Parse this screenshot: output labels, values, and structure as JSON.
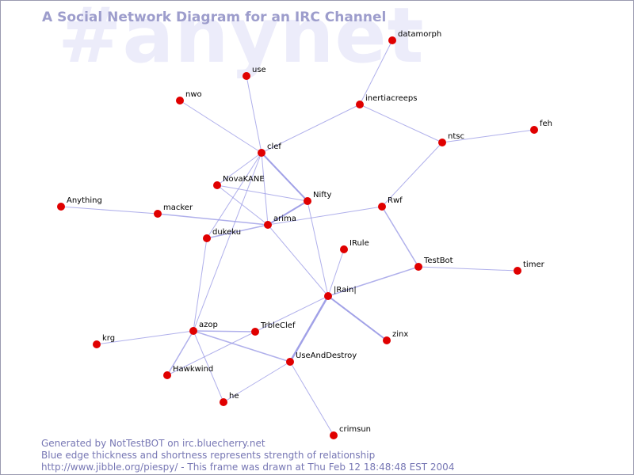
{
  "watermark": "#anynet",
  "title": "A Social Network Diagram for an IRC Channel",
  "footer": {
    "line1": "Generated by NotTestBOT on irc.bluecherry.net",
    "line2": "Blue edge thickness and shortness represents strength of relationship",
    "line3": "http://www.jibble.org/piespy/ - This frame was drawn at Thu Feb 12 18:48:48 EST 2004"
  },
  "colors": {
    "node": "#e00000",
    "edge": "#9c9ce6",
    "title": "#9d9dcc",
    "watermark": "#ececfa",
    "footer": "#7777b4"
  },
  "nodes": [
    {
      "id": "datamorph",
      "label": "datamorph"
    },
    {
      "id": "use",
      "label": "use"
    },
    {
      "id": "nwo",
      "label": "nwo"
    },
    {
      "id": "inertiacreeps",
      "label": "inertiacreeps"
    },
    {
      "id": "feh",
      "label": "feh"
    },
    {
      "id": "ntsc",
      "label": "ntsc"
    },
    {
      "id": "clef",
      "label": "clef"
    },
    {
      "id": "NovaKANE",
      "label": "NovaKANE"
    },
    {
      "id": "Nifty",
      "label": "Nifty"
    },
    {
      "id": "Anything",
      "label": "Anything"
    },
    {
      "id": "macker",
      "label": "macker"
    },
    {
      "id": "arima",
      "label": "arima"
    },
    {
      "id": "Rwf",
      "label": "Rwf"
    },
    {
      "id": "dukeku",
      "label": "dukeku"
    },
    {
      "id": "IRule",
      "label": "IRule"
    },
    {
      "id": "TestBot",
      "label": "TestBot"
    },
    {
      "id": "timer",
      "label": "timer"
    },
    {
      "id": "IRainl",
      "label": "|Rain|"
    },
    {
      "id": "zinx",
      "label": "zinx"
    },
    {
      "id": "azop",
      "label": "azop"
    },
    {
      "id": "TrbleClef",
      "label": "TrbleClef"
    },
    {
      "id": "krg",
      "label": "krg"
    },
    {
      "id": "UseAndDestroy",
      "label": "UseAndDestroy"
    },
    {
      "id": "Hawkwind",
      "label": "Hawkwind"
    },
    {
      "id": "he",
      "label": "he"
    },
    {
      "id": "crimsun",
      "label": "crimsun"
    }
  ],
  "edges": [
    {
      "source": "datamorph",
      "target": "inertiacreeps",
      "weight": 1
    },
    {
      "source": "inertiacreeps",
      "target": "ntsc",
      "weight": 1
    },
    {
      "source": "inertiacreeps",
      "target": "clef",
      "weight": 1
    },
    {
      "source": "ntsc",
      "target": "feh",
      "weight": 1
    },
    {
      "source": "ntsc",
      "target": "Rwf",
      "weight": 1
    },
    {
      "source": "use",
      "target": "clef",
      "weight": 1
    },
    {
      "source": "nwo",
      "target": "clef",
      "weight": 1
    },
    {
      "source": "clef",
      "target": "Nifty",
      "weight": 2
    },
    {
      "source": "clef",
      "target": "arima",
      "weight": 1
    },
    {
      "source": "clef",
      "target": "NovaKANE",
      "weight": 1
    },
    {
      "source": "clef",
      "target": "dukeku",
      "weight": 1
    },
    {
      "source": "clef",
      "target": "azop",
      "weight": 1
    },
    {
      "source": "NovaKANE",
      "target": "Nifty",
      "weight": 1
    },
    {
      "source": "NovaKANE",
      "target": "arima",
      "weight": 1
    },
    {
      "source": "Nifty",
      "target": "arima",
      "weight": 2
    },
    {
      "source": "Nifty",
      "target": "IRainl",
      "weight": 1
    },
    {
      "source": "Anything",
      "target": "macker",
      "weight": 1
    },
    {
      "source": "macker",
      "target": "arima",
      "weight": 1.5
    },
    {
      "source": "arima",
      "target": "Rwf",
      "weight": 1
    },
    {
      "source": "arima",
      "target": "dukeku",
      "weight": 1.5
    },
    {
      "source": "arima",
      "target": "IRainl",
      "weight": 1
    },
    {
      "source": "Rwf",
      "target": "TestBot",
      "weight": 1.5
    },
    {
      "source": "TestBot",
      "target": "timer",
      "weight": 1
    },
    {
      "source": "TestBot",
      "target": "IRainl",
      "weight": 1.5
    },
    {
      "source": "IRule",
      "target": "IRainl",
      "weight": 1
    },
    {
      "source": "IRainl",
      "target": "zinx",
      "weight": 2
    },
    {
      "source": "IRainl",
      "target": "UseAndDestroy",
      "weight": 2.5
    },
    {
      "source": "IRainl",
      "target": "TrbleClef",
      "weight": 1
    },
    {
      "source": "dukeku",
      "target": "azop",
      "weight": 1
    },
    {
      "source": "azop",
      "target": "TrbleClef",
      "weight": 1.5
    },
    {
      "source": "azop",
      "target": "krg",
      "weight": 1
    },
    {
      "source": "azop",
      "target": "UseAndDestroy",
      "weight": 1.5
    },
    {
      "source": "azop",
      "target": "Hawkwind",
      "weight": 1.5
    },
    {
      "source": "azop",
      "target": "he",
      "weight": 1
    },
    {
      "source": "TrbleClef",
      "target": "Hawkwind",
      "weight": 1
    },
    {
      "source": "UseAndDestroy",
      "target": "he",
      "weight": 1
    },
    {
      "source": "UseAndDestroy",
      "target": "crimsun",
      "weight": 1
    }
  ]
}
